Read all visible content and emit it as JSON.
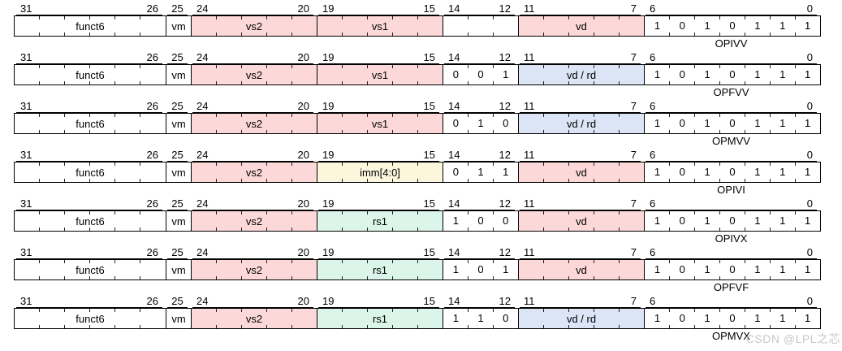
{
  "figure": {
    "colors": {
      "white": "#ffffff",
      "pink": "#fcd8d8",
      "blue": "#dbe5f6",
      "yellow": "#fbf6dc",
      "mint": "#dcf5eb"
    },
    "rows": [
      {
        "name": "OPIVV",
        "fields": [
          {
            "key": "funct6",
            "label": "funct6",
            "hi": "31",
            "lo": "26",
            "bits": 6,
            "color": "white"
          },
          {
            "key": "vm",
            "label": "vm",
            "hi": "25",
            "lo": "",
            "bits": 1,
            "color": "white"
          },
          {
            "key": "vs2",
            "label": "vs2",
            "hi": "24",
            "lo": "20",
            "bits": 5,
            "color": "pink"
          },
          {
            "key": "vs1",
            "label": "vs1",
            "hi": "19",
            "lo": "15",
            "bits": 5,
            "color": "pink"
          },
          {
            "key": "funct3",
            "label": "",
            "hi": "14",
            "lo": "12",
            "bits": 3,
            "color": "white"
          },
          {
            "key": "vd",
            "label": "vd",
            "hi": "11",
            "lo": "7",
            "bits": 5,
            "color": "pink"
          },
          {
            "key": "opcode",
            "digits": [
              "1",
              "0",
              "1",
              "0",
              "1",
              "1",
              "1"
            ],
            "hi": "6",
            "lo": "0",
            "bits": 7,
            "color": "white"
          }
        ]
      },
      {
        "name": "OPFVV",
        "fields": [
          {
            "key": "funct6",
            "label": "funct6",
            "hi": "31",
            "lo": "26",
            "bits": 6,
            "color": "white"
          },
          {
            "key": "vm",
            "label": "vm",
            "hi": "25",
            "lo": "",
            "bits": 1,
            "color": "white"
          },
          {
            "key": "vs2",
            "label": "vs2",
            "hi": "24",
            "lo": "20",
            "bits": 5,
            "color": "pink"
          },
          {
            "key": "vs1",
            "label": "vs1",
            "hi": "19",
            "lo": "15",
            "bits": 5,
            "color": "pink"
          },
          {
            "key": "funct3",
            "digits": [
              "0",
              "0",
              "1"
            ],
            "hi": "14",
            "lo": "12",
            "bits": 3,
            "color": "white"
          },
          {
            "key": "vd",
            "label": "vd / rd",
            "hi": "11",
            "lo": "7",
            "bits": 5,
            "color": "blue"
          },
          {
            "key": "opcode",
            "digits": [
              "1",
              "0",
              "1",
              "0",
              "1",
              "1",
              "1"
            ],
            "hi": "6",
            "lo": "0",
            "bits": 7,
            "color": "white"
          }
        ]
      },
      {
        "name": "OPMVV",
        "fields": [
          {
            "key": "funct6",
            "label": "funct6",
            "hi": "31",
            "lo": "26",
            "bits": 6,
            "color": "white"
          },
          {
            "key": "vm",
            "label": "vm",
            "hi": "25",
            "lo": "",
            "bits": 1,
            "color": "white"
          },
          {
            "key": "vs2",
            "label": "vs2",
            "hi": "24",
            "lo": "20",
            "bits": 5,
            "color": "pink"
          },
          {
            "key": "vs1",
            "label": "vs1",
            "hi": "19",
            "lo": "15",
            "bits": 5,
            "color": "pink"
          },
          {
            "key": "funct3",
            "digits": [
              "0",
              "1",
              "0"
            ],
            "hi": "14",
            "lo": "12",
            "bits": 3,
            "color": "white"
          },
          {
            "key": "vd",
            "label": "vd / rd",
            "hi": "11",
            "lo": "7",
            "bits": 5,
            "color": "blue"
          },
          {
            "key": "opcode",
            "digits": [
              "1",
              "0",
              "1",
              "0",
              "1",
              "1",
              "1"
            ],
            "hi": "6",
            "lo": "0",
            "bits": 7,
            "color": "white"
          }
        ]
      },
      {
        "name": "OPIVI",
        "fields": [
          {
            "key": "funct6",
            "label": "funct6",
            "hi": "31",
            "lo": "26",
            "bits": 6,
            "color": "white"
          },
          {
            "key": "vm",
            "label": "vm",
            "hi": "25",
            "lo": "",
            "bits": 1,
            "color": "white"
          },
          {
            "key": "vs2",
            "label": "vs2",
            "hi": "24",
            "lo": "20",
            "bits": 5,
            "color": "pink"
          },
          {
            "key": "imm",
            "label": "imm[4:0]",
            "hi": "19",
            "lo": "15",
            "bits": 5,
            "color": "yellow"
          },
          {
            "key": "funct3",
            "digits": [
              "0",
              "1",
              "1"
            ],
            "hi": "14",
            "lo": "12",
            "bits": 3,
            "color": "white"
          },
          {
            "key": "vd",
            "label": "vd",
            "hi": "11",
            "lo": "7",
            "bits": 5,
            "color": "pink"
          },
          {
            "key": "opcode",
            "digits": [
              "1",
              "0",
              "1",
              "0",
              "1",
              "1",
              "1"
            ],
            "hi": "6",
            "lo": "0",
            "bits": 7,
            "color": "white"
          }
        ]
      },
      {
        "name": "OPIVX",
        "fields": [
          {
            "key": "funct6",
            "label": "funct6",
            "hi": "31",
            "lo": "26",
            "bits": 6,
            "color": "white"
          },
          {
            "key": "vm",
            "label": "vm",
            "hi": "25",
            "lo": "",
            "bits": 1,
            "color": "white"
          },
          {
            "key": "vs2",
            "label": "vs2",
            "hi": "24",
            "lo": "20",
            "bits": 5,
            "color": "pink"
          },
          {
            "key": "rs1",
            "label": "rs1",
            "hi": "19",
            "lo": "15",
            "bits": 5,
            "color": "mint"
          },
          {
            "key": "funct3",
            "digits": [
              "1",
              "0",
              "0"
            ],
            "hi": "14",
            "lo": "12",
            "bits": 3,
            "color": "white"
          },
          {
            "key": "vd",
            "label": "vd",
            "hi": "11",
            "lo": "7",
            "bits": 5,
            "color": "pink"
          },
          {
            "key": "opcode",
            "digits": [
              "1",
              "0",
              "1",
              "0",
              "1",
              "1",
              "1"
            ],
            "hi": "6",
            "lo": "0",
            "bits": 7,
            "color": "white"
          }
        ]
      },
      {
        "name": "OPFVF",
        "fields": [
          {
            "key": "funct6",
            "label": "funct6",
            "hi": "31",
            "lo": "26",
            "bits": 6,
            "color": "white"
          },
          {
            "key": "vm",
            "label": "vm",
            "hi": "25",
            "lo": "",
            "bits": 1,
            "color": "white"
          },
          {
            "key": "vs2",
            "label": "vs2",
            "hi": "24",
            "lo": "20",
            "bits": 5,
            "color": "pink"
          },
          {
            "key": "rs1",
            "label": "rs1",
            "hi": "19",
            "lo": "15",
            "bits": 5,
            "color": "mint"
          },
          {
            "key": "funct3",
            "digits": [
              "1",
              "0",
              "1"
            ],
            "hi": "14",
            "lo": "12",
            "bits": 3,
            "color": "white"
          },
          {
            "key": "vd",
            "label": "vd",
            "hi": "11",
            "lo": "7",
            "bits": 5,
            "color": "pink"
          },
          {
            "key": "opcode",
            "digits": [
              "1",
              "0",
              "1",
              "0",
              "1",
              "1",
              "1"
            ],
            "hi": "6",
            "lo": "0",
            "bits": 7,
            "color": "white"
          }
        ]
      },
      {
        "name": "OPMVX",
        "fields": [
          {
            "key": "funct6",
            "label": "funct6",
            "hi": "31",
            "lo": "26",
            "bits": 6,
            "color": "white"
          },
          {
            "key": "vm",
            "label": "vm",
            "hi": "25",
            "lo": "",
            "bits": 1,
            "color": "white"
          },
          {
            "key": "vs2",
            "label": "vs2",
            "hi": "24",
            "lo": "20",
            "bits": 5,
            "color": "pink"
          },
          {
            "key": "rs1",
            "label": "rs1",
            "hi": "19",
            "lo": "15",
            "bits": 5,
            "color": "mint"
          },
          {
            "key": "funct3",
            "digits": [
              "1",
              "1",
              "0"
            ],
            "hi": "14",
            "lo": "12",
            "bits": 3,
            "color": "white"
          },
          {
            "key": "vd",
            "label": "vd / rd",
            "hi": "11",
            "lo": "7",
            "bits": 5,
            "color": "blue"
          },
          {
            "key": "opcode",
            "digits": [
              "1",
              "0",
              "1",
              "0",
              "1",
              "1",
              "1"
            ],
            "hi": "6",
            "lo": "0",
            "bits": 7,
            "color": "white"
          }
        ]
      }
    ],
    "watermark": "CSDN @LPL之芯"
  }
}
